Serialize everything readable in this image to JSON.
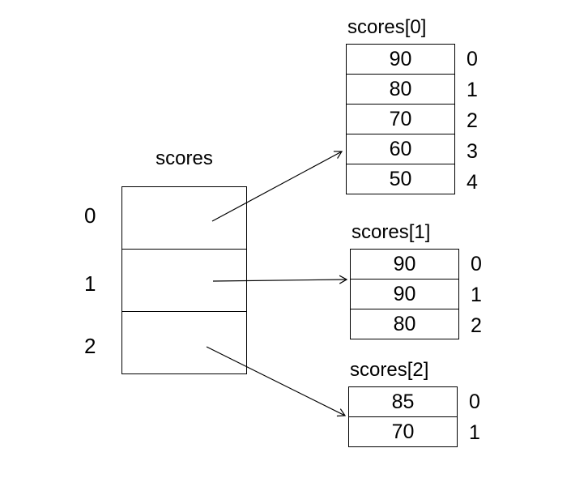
{
  "diagram": {
    "main_array": {
      "label": "scores",
      "indices": [
        "0",
        "1",
        "2"
      ]
    },
    "sub_arrays": [
      {
        "title": "scores[0]",
        "values": [
          "90",
          "80",
          "70",
          "60",
          "50"
        ],
        "indices": [
          "0",
          "1",
          "2",
          "3",
          "4"
        ]
      },
      {
        "title": "scores[1]",
        "values": [
          "90",
          "90",
          "80"
        ],
        "indices": [
          "0",
          "1",
          "2"
        ]
      },
      {
        "title": "scores[2]",
        "values": [
          "85",
          "70"
        ],
        "indices": [
          "0",
          "1"
        ]
      }
    ],
    "line_color": "#000000"
  }
}
